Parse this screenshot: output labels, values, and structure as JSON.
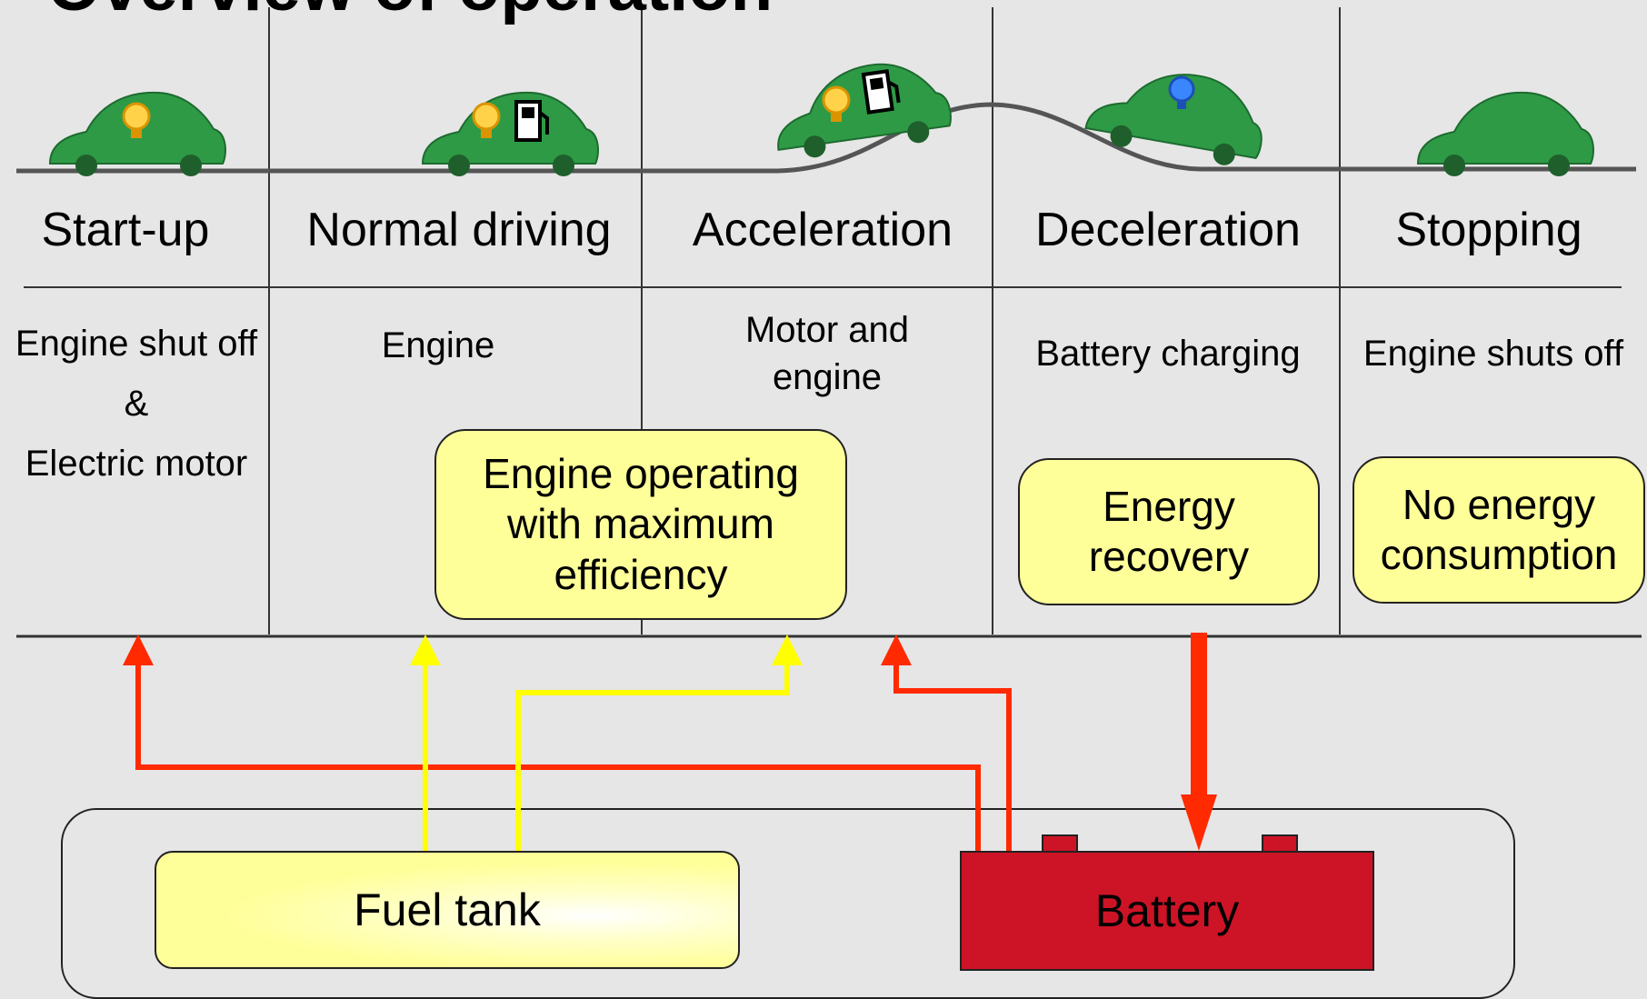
{
  "title": "Overview of operation",
  "phases": [
    {
      "name": "Start-up",
      "description_lines": [
        "Engine shut off",
        "&",
        "Electric motor"
      ]
    },
    {
      "name": "Normal driving",
      "description_lines": [
        "Engine"
      ]
    },
    {
      "name": "Acceleration",
      "description_lines": [
        "Motor and",
        "engine"
      ]
    },
    {
      "name": "Deceleration",
      "description_lines": [
        "Battery charging"
      ]
    },
    {
      "name": "Stopping",
      "description_lines": [
        "Engine shuts off"
      ]
    }
  ],
  "callouts": {
    "efficiency": [
      "Engine operating",
      "with maximum",
      "efficiency"
    ],
    "recovery": [
      "Energy",
      "recovery"
    ],
    "no_consumption": [
      "No energy",
      "consumption"
    ]
  },
  "sources": {
    "fuel_tank": "Fuel tank",
    "battery": "Battery"
  },
  "colors": {
    "background": "#e6e6e6",
    "callout": "#ffff99",
    "battery": "#cc1426",
    "electric_flow": "#ff2a00",
    "fuel_flow": "#ffff00",
    "car_body": "#2e9a46"
  }
}
